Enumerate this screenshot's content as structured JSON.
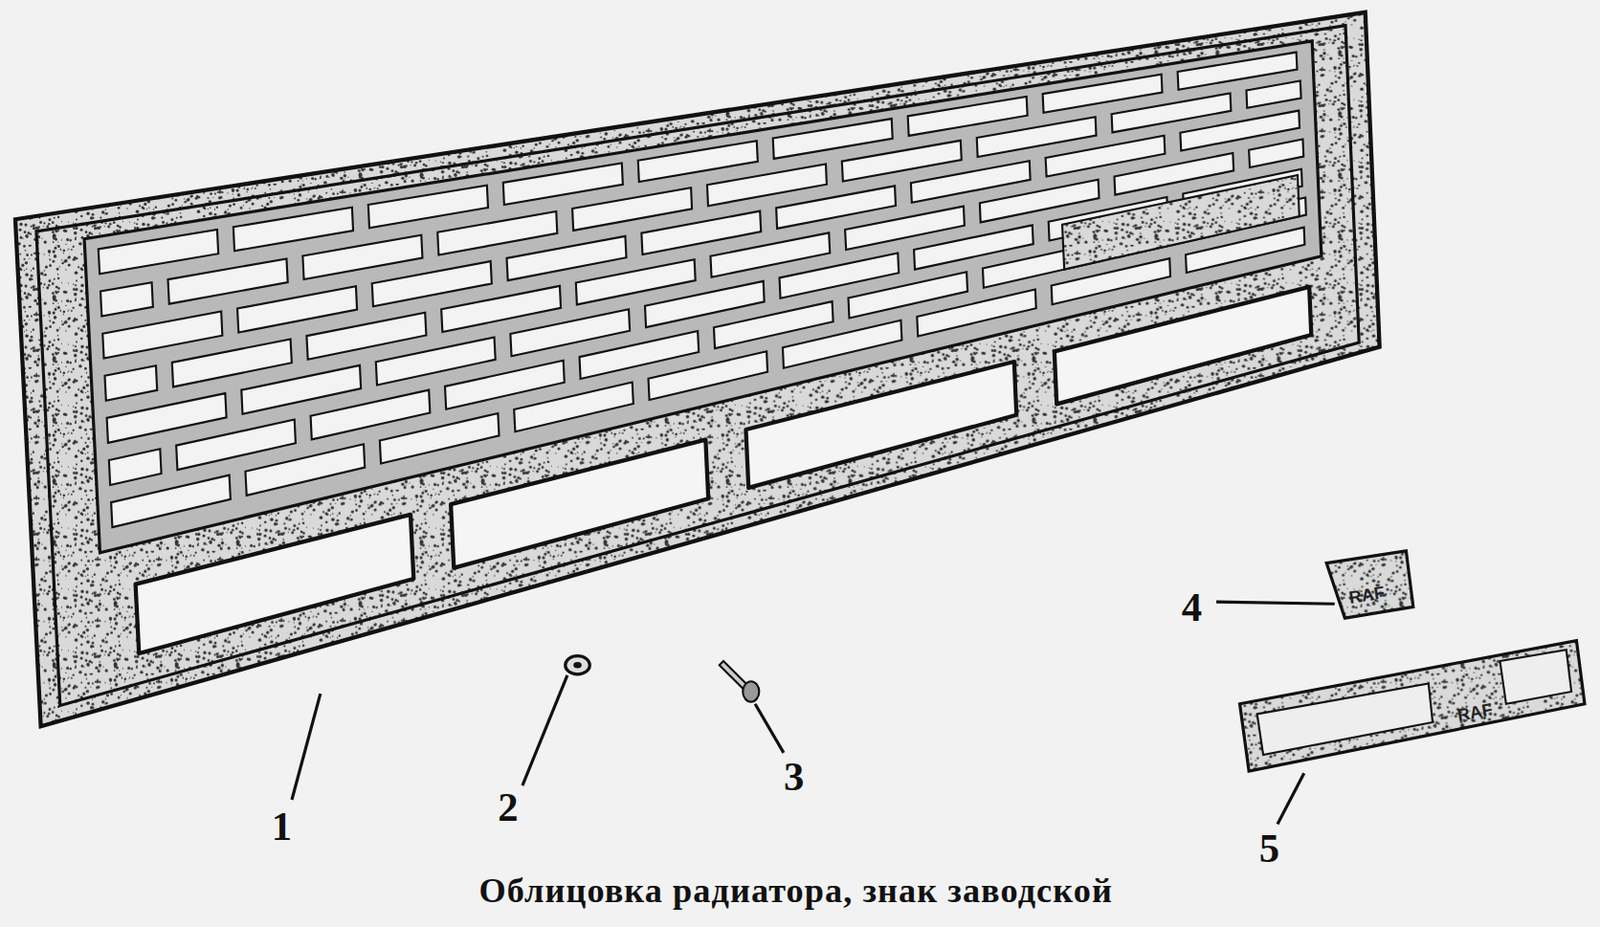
{
  "diagram": {
    "caption": "Облицовка радиатора, знак заводской",
    "labels": [
      "1",
      "2",
      "3",
      "4",
      "5",
      "RAF",
      "RAF"
    ]
  }
}
